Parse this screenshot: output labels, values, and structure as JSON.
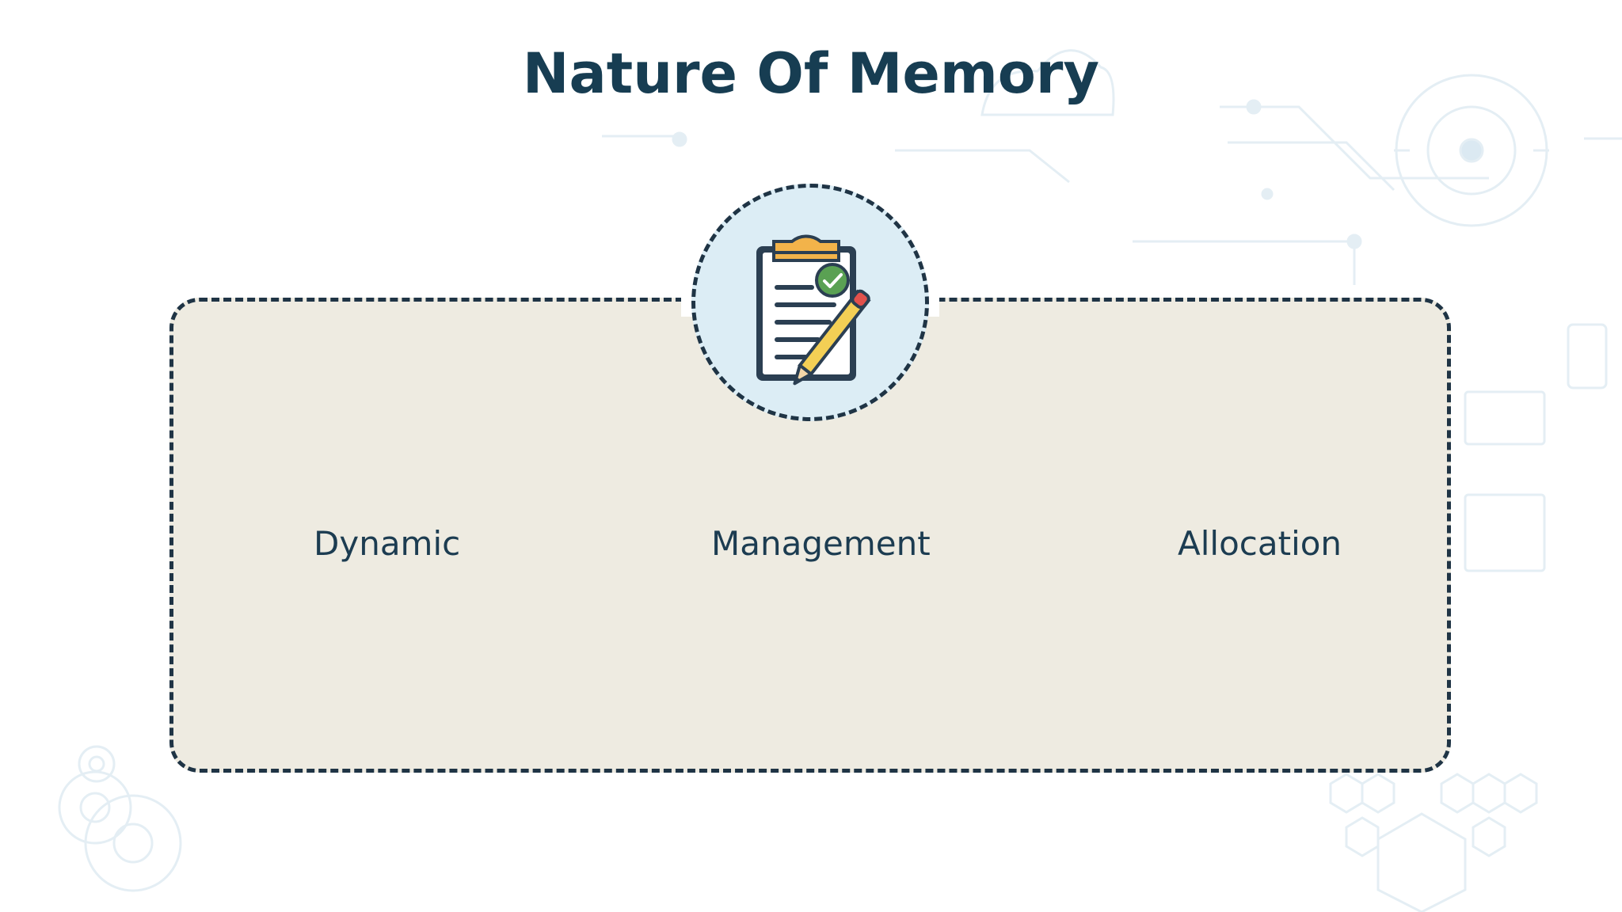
{
  "slide": {
    "title": "Nature Of Memory",
    "items": [
      {
        "label": "Dynamic"
      },
      {
        "label": "Management"
      },
      {
        "label": "Allocation"
      }
    ],
    "center_icon": "clipboard-check-pencil-icon",
    "colors": {
      "title": "#173d52",
      "panel_fill": "#eeebe1",
      "panel_border": "#1f3445",
      "badge_fill": "#dcedf5",
      "text": "#1c3c51"
    }
  }
}
